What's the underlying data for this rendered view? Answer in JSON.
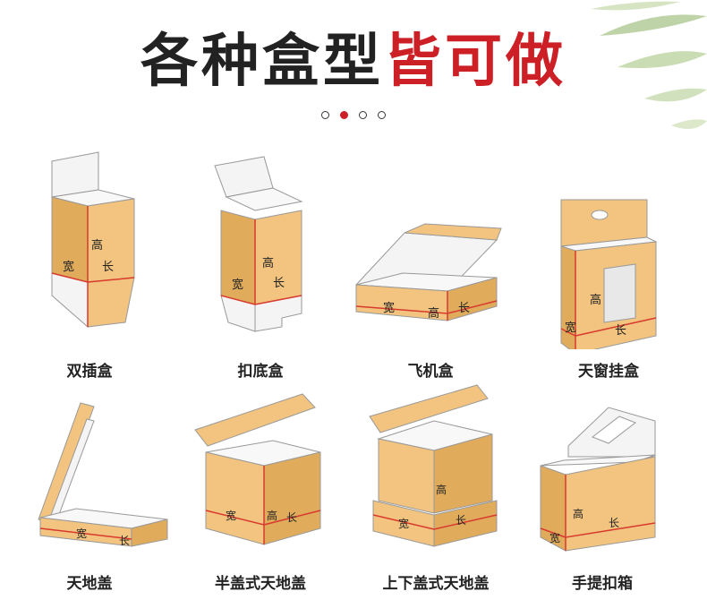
{
  "header": {
    "title_dark": "各种盒型",
    "title_red": "皆可做",
    "pager_total": 4,
    "pager_active": 2
  },
  "colors": {
    "kraft": "#f2c47f",
    "kraft_dark": "#e0ac5c",
    "white_side": "#f4f4f4",
    "red_line": "#d83a2e",
    "title_red": "#cc1f26"
  },
  "boxes": [
    {
      "name": "双插盒",
      "labels": {
        "h": "高",
        "w": "宽",
        "l": "长"
      }
    },
    {
      "name": "扣底盒",
      "labels": {
        "h": "高",
        "w": "宽",
        "l": "长"
      }
    },
    {
      "name": "飞机盒",
      "labels": {
        "h": "高",
        "w": "宽",
        "l": "长"
      }
    },
    {
      "name": "天窗挂盒",
      "labels": {
        "h": "高",
        "w": "宽",
        "l": "长"
      }
    },
    {
      "name": "天地盖",
      "labels": {
        "w": "宽",
        "l": "长"
      }
    },
    {
      "name": "半盖式天地盖",
      "labels": {
        "h": "高",
        "w": "宽",
        "l": "长"
      }
    },
    {
      "name": "上下盖式天地盖",
      "labels": {
        "h": "高",
        "w": "宽",
        "l": "长"
      }
    },
    {
      "name": "手提扣箱",
      "labels": {
        "h": "高",
        "w": "宽",
        "l": "长"
      }
    }
  ]
}
